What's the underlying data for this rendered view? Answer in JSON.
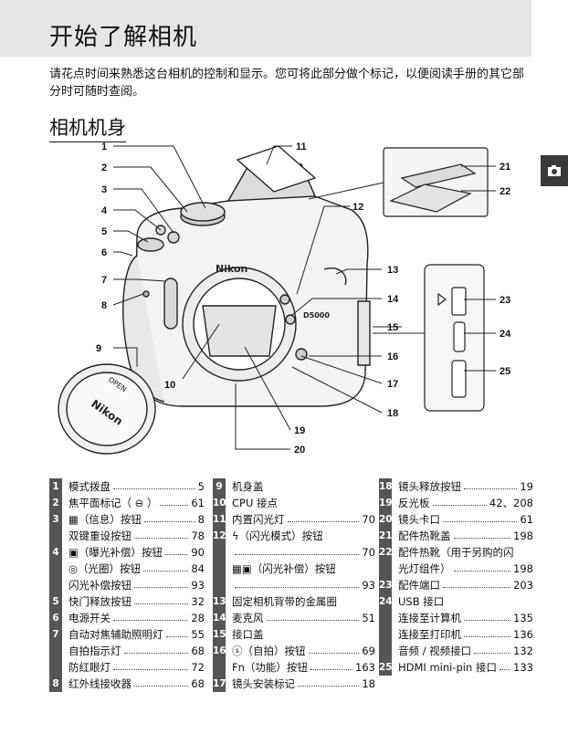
{
  "header": {
    "title": "开始了解相机",
    "intro": "请花点时间来熟悉这台相机的控制和显示。您可将此部分做个标记，以便阅读手册的其它部分时可随时查阅。"
  },
  "section": {
    "title": "相机机身"
  },
  "diagram": {
    "callouts": [
      "1",
      "2",
      "3",
      "4",
      "5",
      "6",
      "7",
      "8",
      "9",
      "10",
      "11",
      "12",
      "13",
      "14",
      "15",
      "16",
      "17",
      "18",
      "19",
      "20",
      "21",
      "22",
      "23",
      "24",
      "25"
    ],
    "brand_text": "Nikon",
    "model_text": "D5000",
    "cap_text": "OPEN"
  },
  "legend": {
    "col1": [
      {
        "num": "1",
        "label": "模式拨盘",
        "page": "5"
      },
      {
        "num": "2",
        "label": "焦平面标记（ ⊖ ）",
        "page": "61"
      },
      {
        "num": "3",
        "label": "▦（信息）按钮",
        "page": "8"
      },
      {
        "num": "",
        "label": "双键重设按钮",
        "page": "78"
      },
      {
        "num": "4",
        "label": "▣（曝光补偿）按钮",
        "page": "90"
      },
      {
        "num": "",
        "label": "◎（光圈）按钮",
        "page": "84"
      },
      {
        "num": "",
        "label": "闪光补偿按钮",
        "page": "93"
      },
      {
        "num": "5",
        "label": "快门释放按钮",
        "page": "32"
      },
      {
        "num": "6",
        "label": "电源开关",
        "page": "28"
      },
      {
        "num": "7",
        "label": "自动对焦辅助照明灯",
        "page": "55"
      },
      {
        "num": "",
        "label": "自拍指示灯",
        "page": "68"
      },
      {
        "num": "",
        "label": "防红眼灯",
        "page": "72"
      },
      {
        "num": "8",
        "label": "红外线接收器",
        "page": "68"
      }
    ],
    "col2": [
      {
        "num": "9",
        "label": "机身盖",
        "page": ""
      },
      {
        "num": "10",
        "label": "CPU 接点",
        "page": ""
      },
      {
        "num": "11",
        "label": "内置闪光灯",
        "page": "70"
      },
      {
        "num": "12",
        "label": "ϟ（闪光模式）按钮",
        "page": ""
      },
      {
        "num": "",
        "label": "",
        "page": "70"
      },
      {
        "num": "",
        "label": "▦▣（闪光补偿）按钮",
        "page": ""
      },
      {
        "num": "",
        "label": "",
        "page": "93"
      },
      {
        "num": "13",
        "label": "固定相机背带的金属圈",
        "page": ""
      },
      {
        "num": "14",
        "label": "麦克风",
        "page": "51"
      },
      {
        "num": "15",
        "label": "接口盖",
        "page": ""
      },
      {
        "num": "16",
        "label": "ⓢ（自拍）按钮",
        "page": "69"
      },
      {
        "num": "",
        "label": "Fn（功能）按钮",
        "page": "163"
      },
      {
        "num": "17",
        "label": "镜头安装标记",
        "page": "18"
      }
    ],
    "col3": [
      {
        "num": "18",
        "label": "镜头释放按钮",
        "page": "19"
      },
      {
        "num": "19",
        "label": "反光板",
        "page": "42、208"
      },
      {
        "num": "20",
        "label": "镜头卡口",
        "page": "61"
      },
      {
        "num": "21",
        "label": "配件热靴盖",
        "page": "198"
      },
      {
        "num": "22",
        "label": "配件热靴（用于另购的闪",
        "page": ""
      },
      {
        "num": "",
        "label": "光灯组件）",
        "page": "198"
      },
      {
        "num": "23",
        "label": "配件端口",
        "page": "203"
      },
      {
        "num": "24",
        "label": "USB 接口",
        "page": ""
      },
      {
        "num": "",
        "label": "连接至计算机",
        "page": "135"
      },
      {
        "num": "",
        "label": "连接至打印机",
        "page": "136"
      },
      {
        "num": "",
        "label": "音频 / 视频接口",
        "page": "132"
      },
      {
        "num": "25",
        "label": "HDMI mini-pin 接口",
        "page": "133"
      }
    ]
  }
}
